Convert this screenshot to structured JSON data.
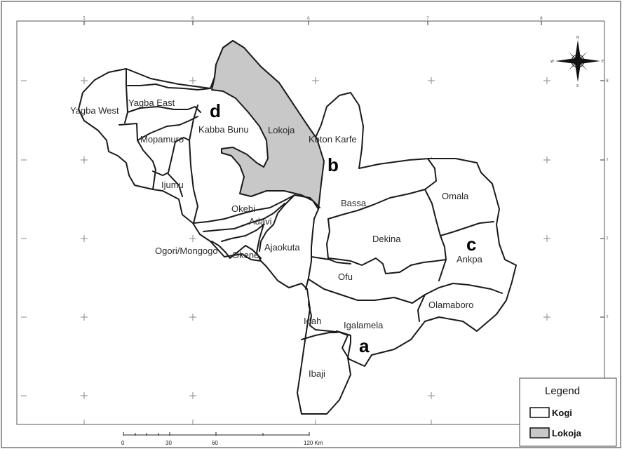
{
  "map": {
    "lgas": {
      "yagba_west": "Yagba West",
      "yagba_east": "Yagba East",
      "mopamuro": "Mopamuro",
      "kabba_bunu": "Kabba Bunu",
      "ijumu": "Ijumu",
      "lokoja": "Lokoja",
      "koton_karfe": "Koton Karfe",
      "okehi": "Okehi",
      "adavi": "Adavi",
      "ogori_mangongo": "Ogori/Mongogo",
      "okene": "Okene",
      "ajaokuta": "Ajaokuta",
      "bassa": "Bassa",
      "dekina": "Dekina",
      "omala": "Omala",
      "ankpa": "Ankpa",
      "ofu": "Ofu",
      "olamaboro": "Olamaboro",
      "idah": "Idah",
      "igalamela": "Igalamela",
      "ibaji": "Ibaji"
    },
    "markers": {
      "a": "a",
      "b": "b",
      "c": "c",
      "d": "d"
    },
    "top_ticks": [
      "5",
      "6",
      "6",
      "7",
      "8"
    ],
    "right_ticks": [
      "8",
      "7",
      "7",
      "7"
    ],
    "colors": {
      "highlight": "#c8c8c8",
      "boundary": "#1a1a1a",
      "frame": "#555555"
    }
  },
  "north_arrow": {
    "n": "N",
    "s": "S",
    "e": "E",
    "w": "W"
  },
  "scale_bar": {
    "labels": [
      "0",
      "30",
      "60",
      "120 Km"
    ]
  },
  "legend": {
    "title": "Legend",
    "items": [
      {
        "label": "Kogi",
        "color": "#ffffff"
      },
      {
        "label": "Lokoja",
        "color": "#c8c8c8"
      }
    ]
  }
}
